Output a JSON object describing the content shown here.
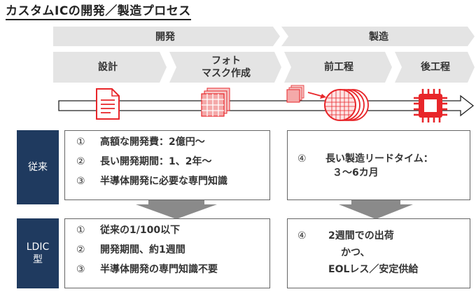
{
  "title": "カスタムICの開発／製造プロセス",
  "phases": {
    "development": "開発",
    "manufacturing": "製造"
  },
  "steps": {
    "design": "設計",
    "photomask_line1": "フォト",
    "photomask_line2": "マスク作成",
    "front_end": "前工程",
    "back_end": "後工程"
  },
  "conventional": {
    "label": "従来",
    "dev_items": [
      {
        "num": "①",
        "text": "高額な開発費：2億円～"
      },
      {
        "num": "②",
        "text": "長い開発期間：1、2年～"
      },
      {
        "num": "③",
        "text": "半導体開発に必要な専門知識"
      }
    ],
    "mfg_item": {
      "num": "④",
      "line1": "長い製造リードタイム：",
      "line2": "３～6カ月"
    }
  },
  "ldic": {
    "label_line1": "LDIC",
    "label_line2": "型",
    "dev_items": [
      {
        "num": "①",
        "text": "従来の1/100以下"
      },
      {
        "num": "②",
        "text": "開発期間、約1週間"
      },
      {
        "num": "③",
        "text": "半導体開発の専門知識不要"
      }
    ],
    "mfg_item": {
      "num": "④",
      "line1": "2週間での出荷",
      "line2": "かつ、",
      "line3": "EOLレス／安定供給"
    }
  },
  "colors": {
    "accent_red": "#e8262a",
    "sidebar_navy": "#1f3a5f",
    "chevron_gray": "#e4e4e4",
    "arrow_gray": "#8a8a8a"
  },
  "icons": [
    "document-icon",
    "photomask-icon",
    "wafer-icon",
    "chip-icon"
  ]
}
